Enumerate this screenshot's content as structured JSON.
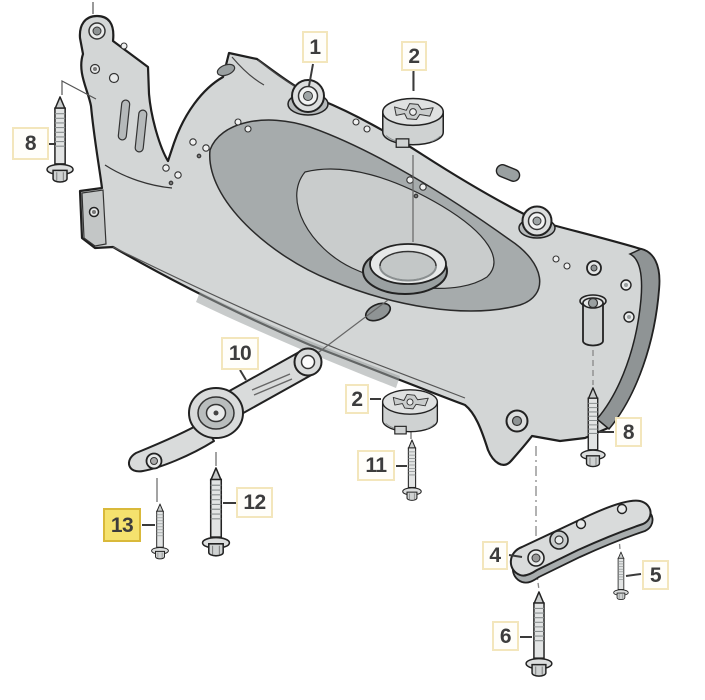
{
  "diagram": {
    "figure_type": "exploded-parts-diagram",
    "subject_icon": "subframe-crossmember-illustration",
    "part_icons": [
      "bolt-icon",
      "rubber-engine-mount-icon",
      "pendulum-support-arm-icon",
      "support-bracket-icon",
      "bushing-icon"
    ]
  },
  "callouts": [
    {
      "ref": "8",
      "position": "upper-left",
      "highlighted": false
    },
    {
      "ref": "1",
      "position": "top-center",
      "highlighted": false
    },
    {
      "ref": "2",
      "position": "top",
      "highlighted": false
    },
    {
      "ref": "10",
      "position": "middle-left",
      "highlighted": false
    },
    {
      "ref": "2",
      "position": "center",
      "highlighted": false
    },
    {
      "ref": "11",
      "position": "center-low",
      "highlighted": false
    },
    {
      "ref": "12",
      "position": "lower-left",
      "highlighted": false
    },
    {
      "ref": "13",
      "position": "lower-left",
      "highlighted": true
    },
    {
      "ref": "8",
      "position": "middle-right",
      "highlighted": false
    },
    {
      "ref": "4",
      "position": "lower-right",
      "highlighted": false
    },
    {
      "ref": "5",
      "position": "lower-right",
      "highlighted": false
    },
    {
      "ref": "6",
      "position": "bottom",
      "highlighted": false
    }
  ],
  "colors": {
    "background": "#ffffff",
    "callout_border": "#f3e6bc",
    "callout_bg": "#fffefa",
    "callout_text": "#3d3d3d",
    "highlight_bg": "#f5e26e",
    "highlight_border": "#d9b93a",
    "leader": "#3a3a3a",
    "artwork_outline": "#1f1f1f",
    "artwork_fill": "#d3d6d6"
  }
}
